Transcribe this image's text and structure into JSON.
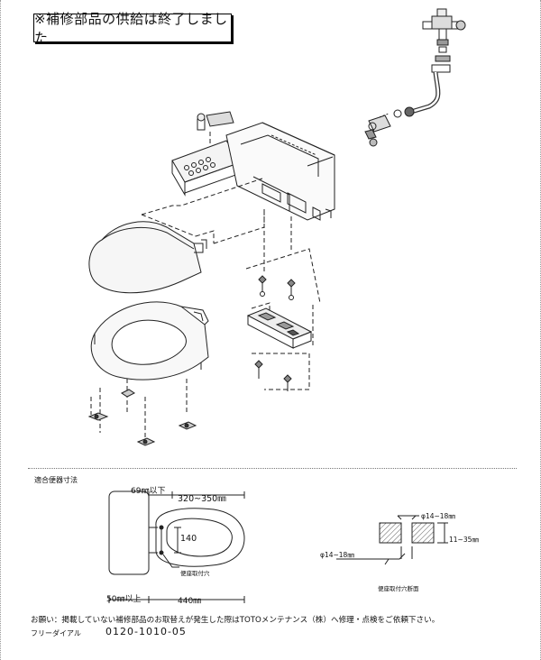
{
  "notice": "※補修部品の供給は終了しました",
  "dimensions": {
    "section_title": "適合便器寸法",
    "d_69": "69㎜以下",
    "d_320_350": "320~350㎜",
    "d_140": "140",
    "d_mount_hole": "便座取付穴",
    "d_50": "50㎜以上",
    "d_440": "440㎜"
  },
  "section_detail": {
    "d_phi_top": "φ14~18㎜",
    "d_11_35": "11~35㎜",
    "d_phi_bottom": "φ14~18㎜",
    "caption": "便座取付穴断面"
  },
  "footer": {
    "request": "お願い：掲載していない補修部品のお取替えが発生した際はTOTOメンテナンス（株）へ修理・点検をご依頼下さい。",
    "freedial_label": "フリーダイアル",
    "freedial_number": "0120-1010-05"
  }
}
